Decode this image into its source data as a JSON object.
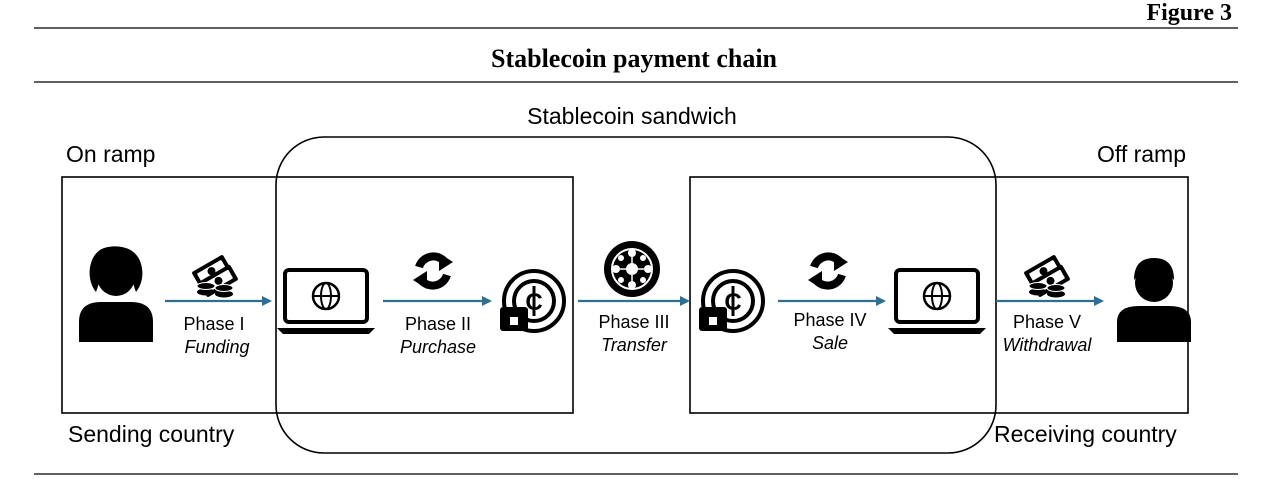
{
  "figure": {
    "label": "Figure 3",
    "title": "Stablecoin payment chain"
  },
  "regions": {
    "sandwich": "Stablecoin sandwich",
    "on_ramp": "On ramp",
    "off_ramp": "Off ramp",
    "sending_country": "Sending country",
    "receiving_country": "Receiving country"
  },
  "phases": [
    {
      "name": "Phase I",
      "action": "Funding"
    },
    {
      "name": "Phase II",
      "action": "Purchase"
    },
    {
      "name": "Phase III",
      "action": "Transfer"
    },
    {
      "name": "Phase IV",
      "action": "Sale"
    },
    {
      "name": "Phase V",
      "action": "Withdrawal"
    }
  ],
  "icons": {
    "sender": "person-female-icon",
    "receiver": "person-male-icon",
    "money": "cash-and-coins-icon",
    "laptop": "laptop-globe-icon",
    "exchange": "sync-arrows-icon",
    "wallet": "stablecoin-wallet-icon",
    "network": "blockchain-network-icon"
  },
  "colors": {
    "arrow": "#2f6f8f",
    "ink": "#000000"
  }
}
